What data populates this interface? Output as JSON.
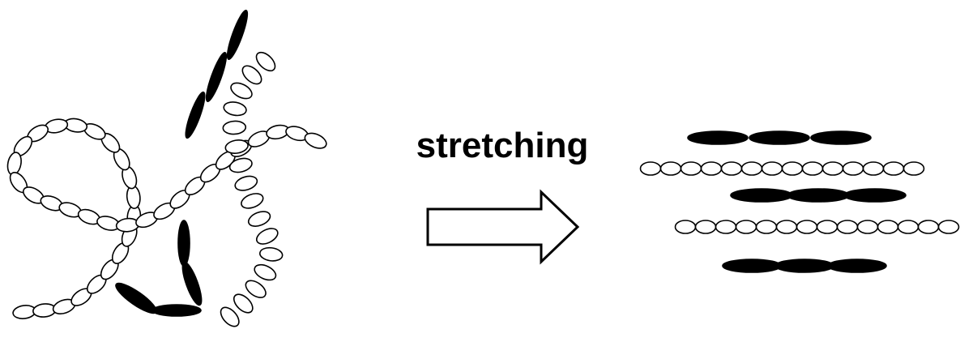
{
  "diagram": {
    "label": "stretching",
    "colors": {
      "ink": "#000000",
      "bead_fill": "#ffffff",
      "rigid_fill": "#000000"
    },
    "before_state": {
      "flexible_chains": 2,
      "rigid_chains": 2
    },
    "after_state": {
      "aligned_flexible_chains": 2,
      "aligned_rigid_chains": 3
    }
  }
}
